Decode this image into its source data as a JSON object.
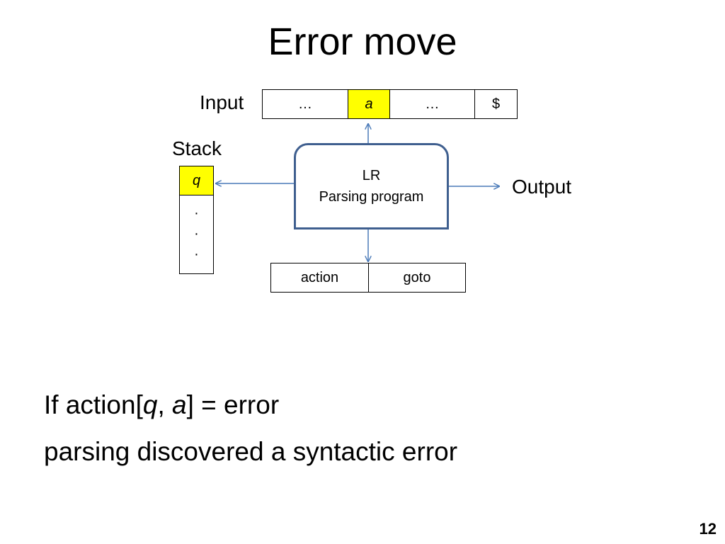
{
  "slide": {
    "title": "Error move",
    "number": "12"
  },
  "diagram": {
    "input_label": "Input",
    "input_cells": [
      "…",
      "a",
      "…",
      "$"
    ],
    "stack_label": "Stack",
    "stack_top": "q",
    "stack_dots": [
      "·",
      "·",
      "·"
    ],
    "program_line1": "LR",
    "program_line2": "Parsing program",
    "output_label": "Output",
    "table_cells": [
      "action",
      "goto"
    ],
    "highlight_color": "#ffff00",
    "arrow_color": "#4a7ab8",
    "box_border_color": "#3f5f8f"
  },
  "text": {
    "line1_prefix": "If action[",
    "line1_q": "q",
    "line1_sep": ", ",
    "line1_a": "a",
    "line1_suffix": "] = error",
    "line2": "parsing discovered a syntactic error"
  }
}
